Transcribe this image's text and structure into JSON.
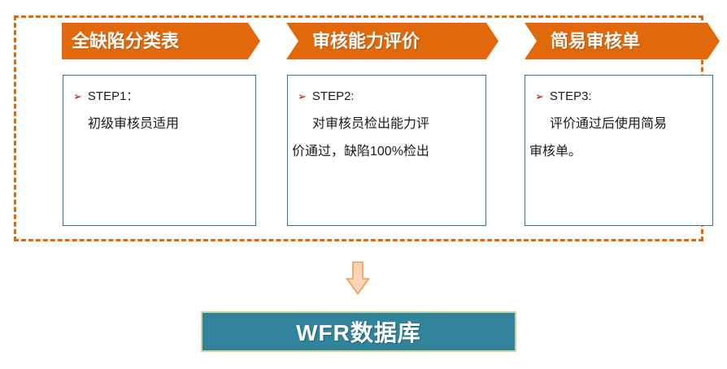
{
  "diagram": {
    "bullet_glyph": "➢",
    "steps": [
      {
        "header": "全缺陷分类表",
        "step_label": "STEP1：",
        "line_a": "初级审核员适用",
        "line_b": ""
      },
      {
        "header": "审核能力评价",
        "step_label": "STEP2:",
        "line_a": "对审核员检出能力评",
        "line_b": "价通过，缺陷100%检出"
      },
      {
        "header": "简易审核单",
        "step_label": "STEP3:",
        "line_a": "评价通过后使用简易",
        "line_b": "审核单。"
      }
    ],
    "database": {
      "label": "WFR数据库"
    },
    "colors": {
      "orange": "#E2690B",
      "header_text": "#FFFFFF",
      "box_border": "#35798F",
      "bullet_red": "#C00000",
      "body_text": "#1A1A1A",
      "db_fill": "#31849B",
      "db_border": "#C3D69B",
      "db_text": "#FFFFFF",
      "arrow_fill": "#FBD5B5",
      "arrow_stroke": "#EE9C55"
    }
  }
}
